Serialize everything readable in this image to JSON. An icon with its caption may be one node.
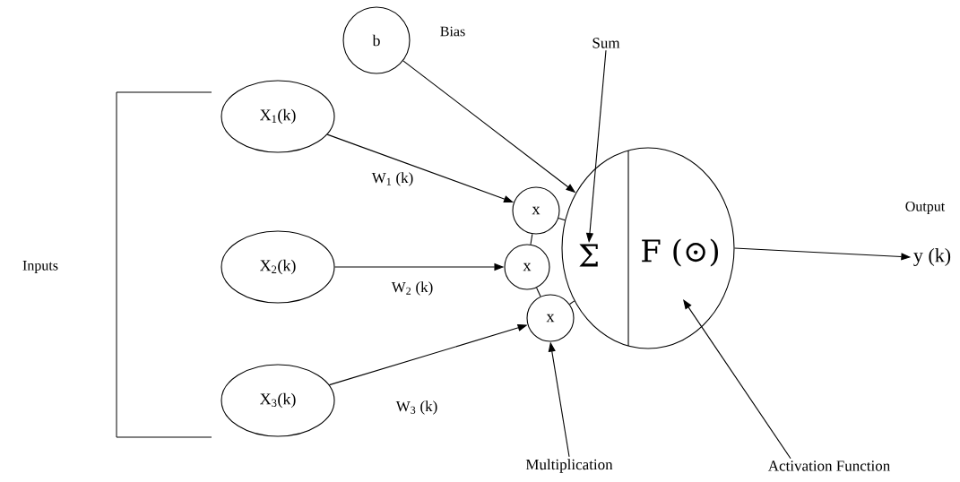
{
  "diagram": {
    "nodes": [
      {
        "text": [
          "b"
        ],
        "beside": [
          "Bias"
        ]
      },
      {
        "text": [
          "X$_{1}$(k)"
        ]
      },
      {
        "text": [
          "X$_{2}$(k)"
        ]
      },
      {
        "text": [
          "X$_{3}$(k)"
        ]
      },
      {
        "text": [
          "x"
        ]
      },
      {
        "text": [
          "x"
        ]
      },
      {
        "text": [
          "x"
        ]
      },
      {
        "text": [
          "Σ",
          "F (⊙)"
        ]
      },
      {
        "text": [
          "y (k)"
        ],
        "beside": [
          "Output"
        ]
      },
      {
        "text": [
          "Sum"
        ]
      },
      {
        "text": [
          "Multiplication"
        ]
      },
      {
        "text": [
          "Activation Function"
        ]
      }
    ],
    "edges": [
      {
        "from": 0,
        "to": 7,
        "arrow": "to"
      },
      {
        "from": 1,
        "to": 4,
        "arrow": "to",
        "label": "W$_{1}$ (k)"
      },
      {
        "from": 2,
        "to": 5,
        "arrow": "to",
        "label": "W$_{2}$ (k)"
      },
      {
        "from": 3,
        "to": 6,
        "arrow": "to",
        "label": "W$_{3}$ (k)"
      },
      {
        "from": 4,
        "to": 5,
        "arrow": "none"
      },
      {
        "from": 5,
        "to": 6,
        "arrow": "none"
      },
      {
        "from": 4,
        "to": 7,
        "arrow": "none"
      },
      {
        "from": 6,
        "to": 7,
        "arrow": "none"
      },
      {
        "from": 7,
        "to": 8,
        "arrow": "to"
      },
      {
        "from": 9,
        "to": 7,
        "arrow": "to"
      },
      {
        "from": 10,
        "to": 6,
        "arrow": "to"
      },
      {
        "from": 11,
        "to": 7,
        "arrow": "to"
      }
    ],
    "labels": [
      "Inputs"
    ]
  }
}
